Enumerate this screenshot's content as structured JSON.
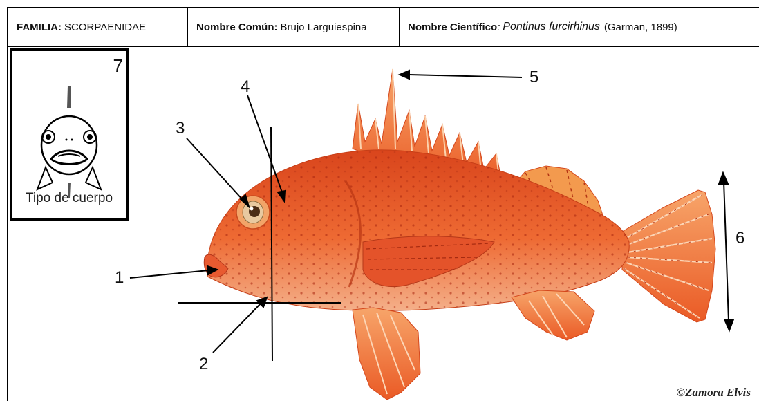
{
  "header": {
    "familia_label": "FAMILIA:",
    "familia_value": "SCORPAENIDAE",
    "comun_label": "Nombre Común:",
    "comun_value": "Brujo Larguiespina",
    "cientifico_label": "Nombre Científico",
    "cientifico_colon": ":",
    "cientifico_value": "Pontinus furcirhinus",
    "cientifico_author": "(Garman, 1899)"
  },
  "body_type": {
    "number": "7",
    "label": "Tipo de cuerpo"
  },
  "labels": {
    "n1": "1",
    "n2": "2",
    "n3": "3",
    "n4": "4",
    "n5": "5",
    "n6": "6"
  },
  "copyright": "©Zamora  Elvis",
  "colors": {
    "fish_body": "#e8572a",
    "fish_fin": "#f47a3a",
    "fish_belly": "#f2a77a",
    "line": "#000000"
  }
}
